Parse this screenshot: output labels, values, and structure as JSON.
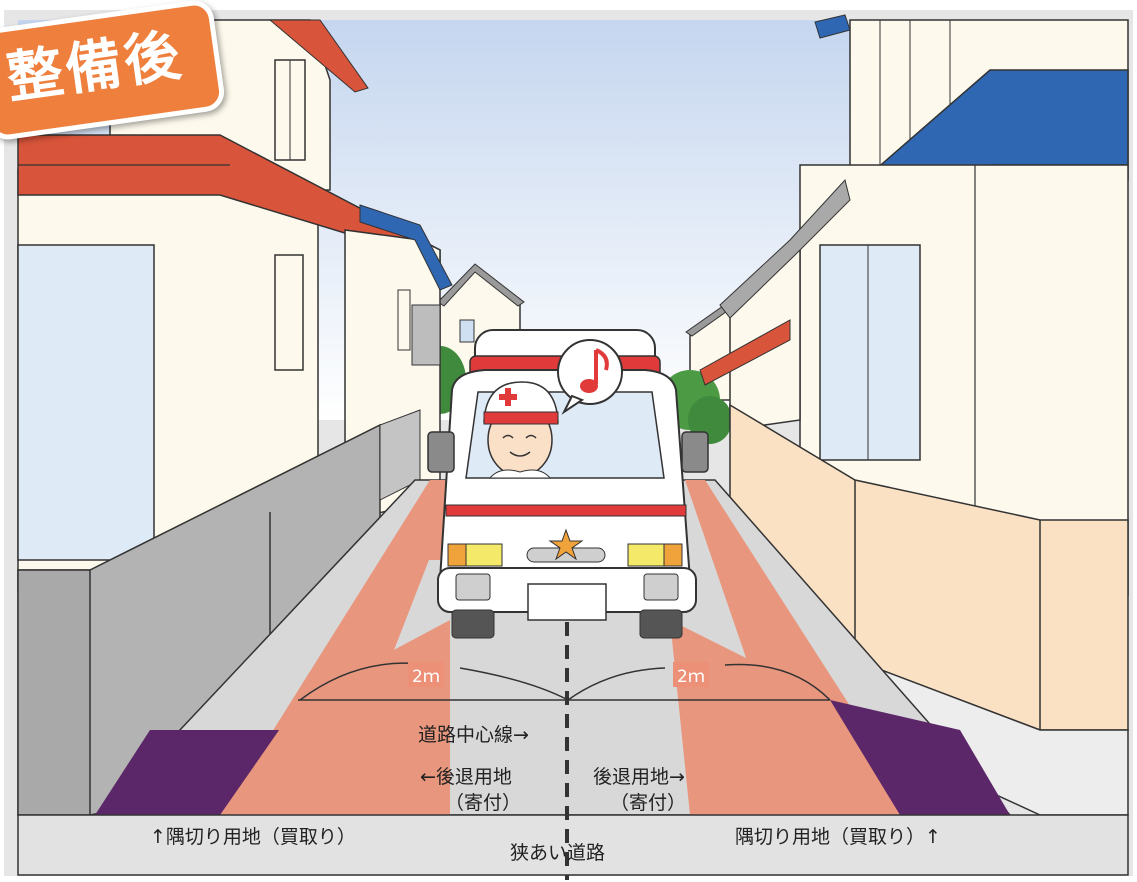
{
  "badge": "整備後",
  "labels": {
    "width_left": "2ｍ",
    "width_right": "2ｍ",
    "center_line": "道路中心線→",
    "setback_left_line1": "←後退用地",
    "setback_left_line2": "（寄付）",
    "setback_right_line1": "後退用地→",
    "setback_right_line2": "（寄付）",
    "corner_left": "↑隅切り用地（買取り）",
    "corner_right": "隅切り用地（買取り）↑",
    "road": "狭あい道路"
  },
  "colors": {
    "setback_area": "#e8967e",
    "corner_cut_area": "#5c2768",
    "road": "#d8d8d8",
    "badge": "#ee7f3d",
    "sky_top": "#c5d6ef"
  },
  "icons": {
    "speech_bubble": "music-note-icon",
    "ambulance_emblem": "star-icon"
  }
}
